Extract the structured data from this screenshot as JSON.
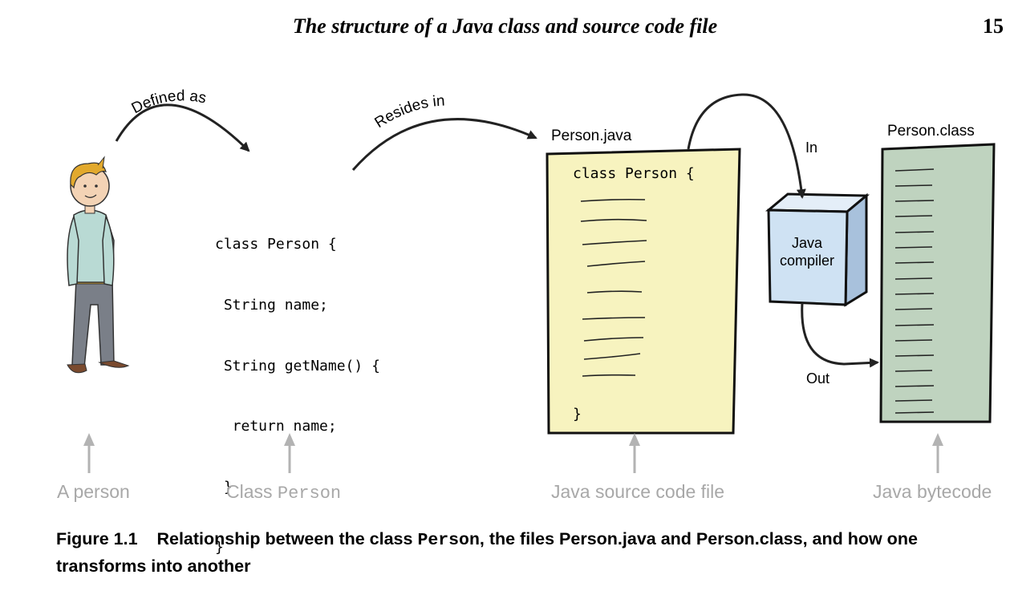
{
  "header": {
    "title": "The structure of a Java class and source code file",
    "page_number": "15"
  },
  "figure": {
    "arrow_defined_as": "Defined as",
    "arrow_resides_in": "Resides in",
    "class_code_lines": [
      "class Person {",
      " String name;",
      " String getName() {",
      "  return name;",
      " }",
      "}"
    ],
    "source_file_name": "Person.java",
    "source_first_line": "class Person {",
    "source_last_line": "}",
    "class_file_name": "Person.class",
    "compiler_line1": "Java",
    "compiler_line2": "compiler",
    "label_in": "In",
    "label_out": "Out",
    "bottom_labels": {
      "person": "A person",
      "class_prefix": "Class ",
      "class_name": "Person",
      "source": "Java source code file",
      "bytecode": "Java bytecode"
    }
  },
  "caption": {
    "label": "Figure 1.1",
    "text_before": "Relationship between the class ",
    "code": "Person",
    "text_after": ", the files Person.java and Person.class, and how one transforms into another"
  },
  "colors": {
    "source_file_fill": "#f7f3bf",
    "bytecode_fill": "#bfd3bf",
    "compiler_fill": "#cfe2f3",
    "gray_text": "#a8a8a8"
  }
}
